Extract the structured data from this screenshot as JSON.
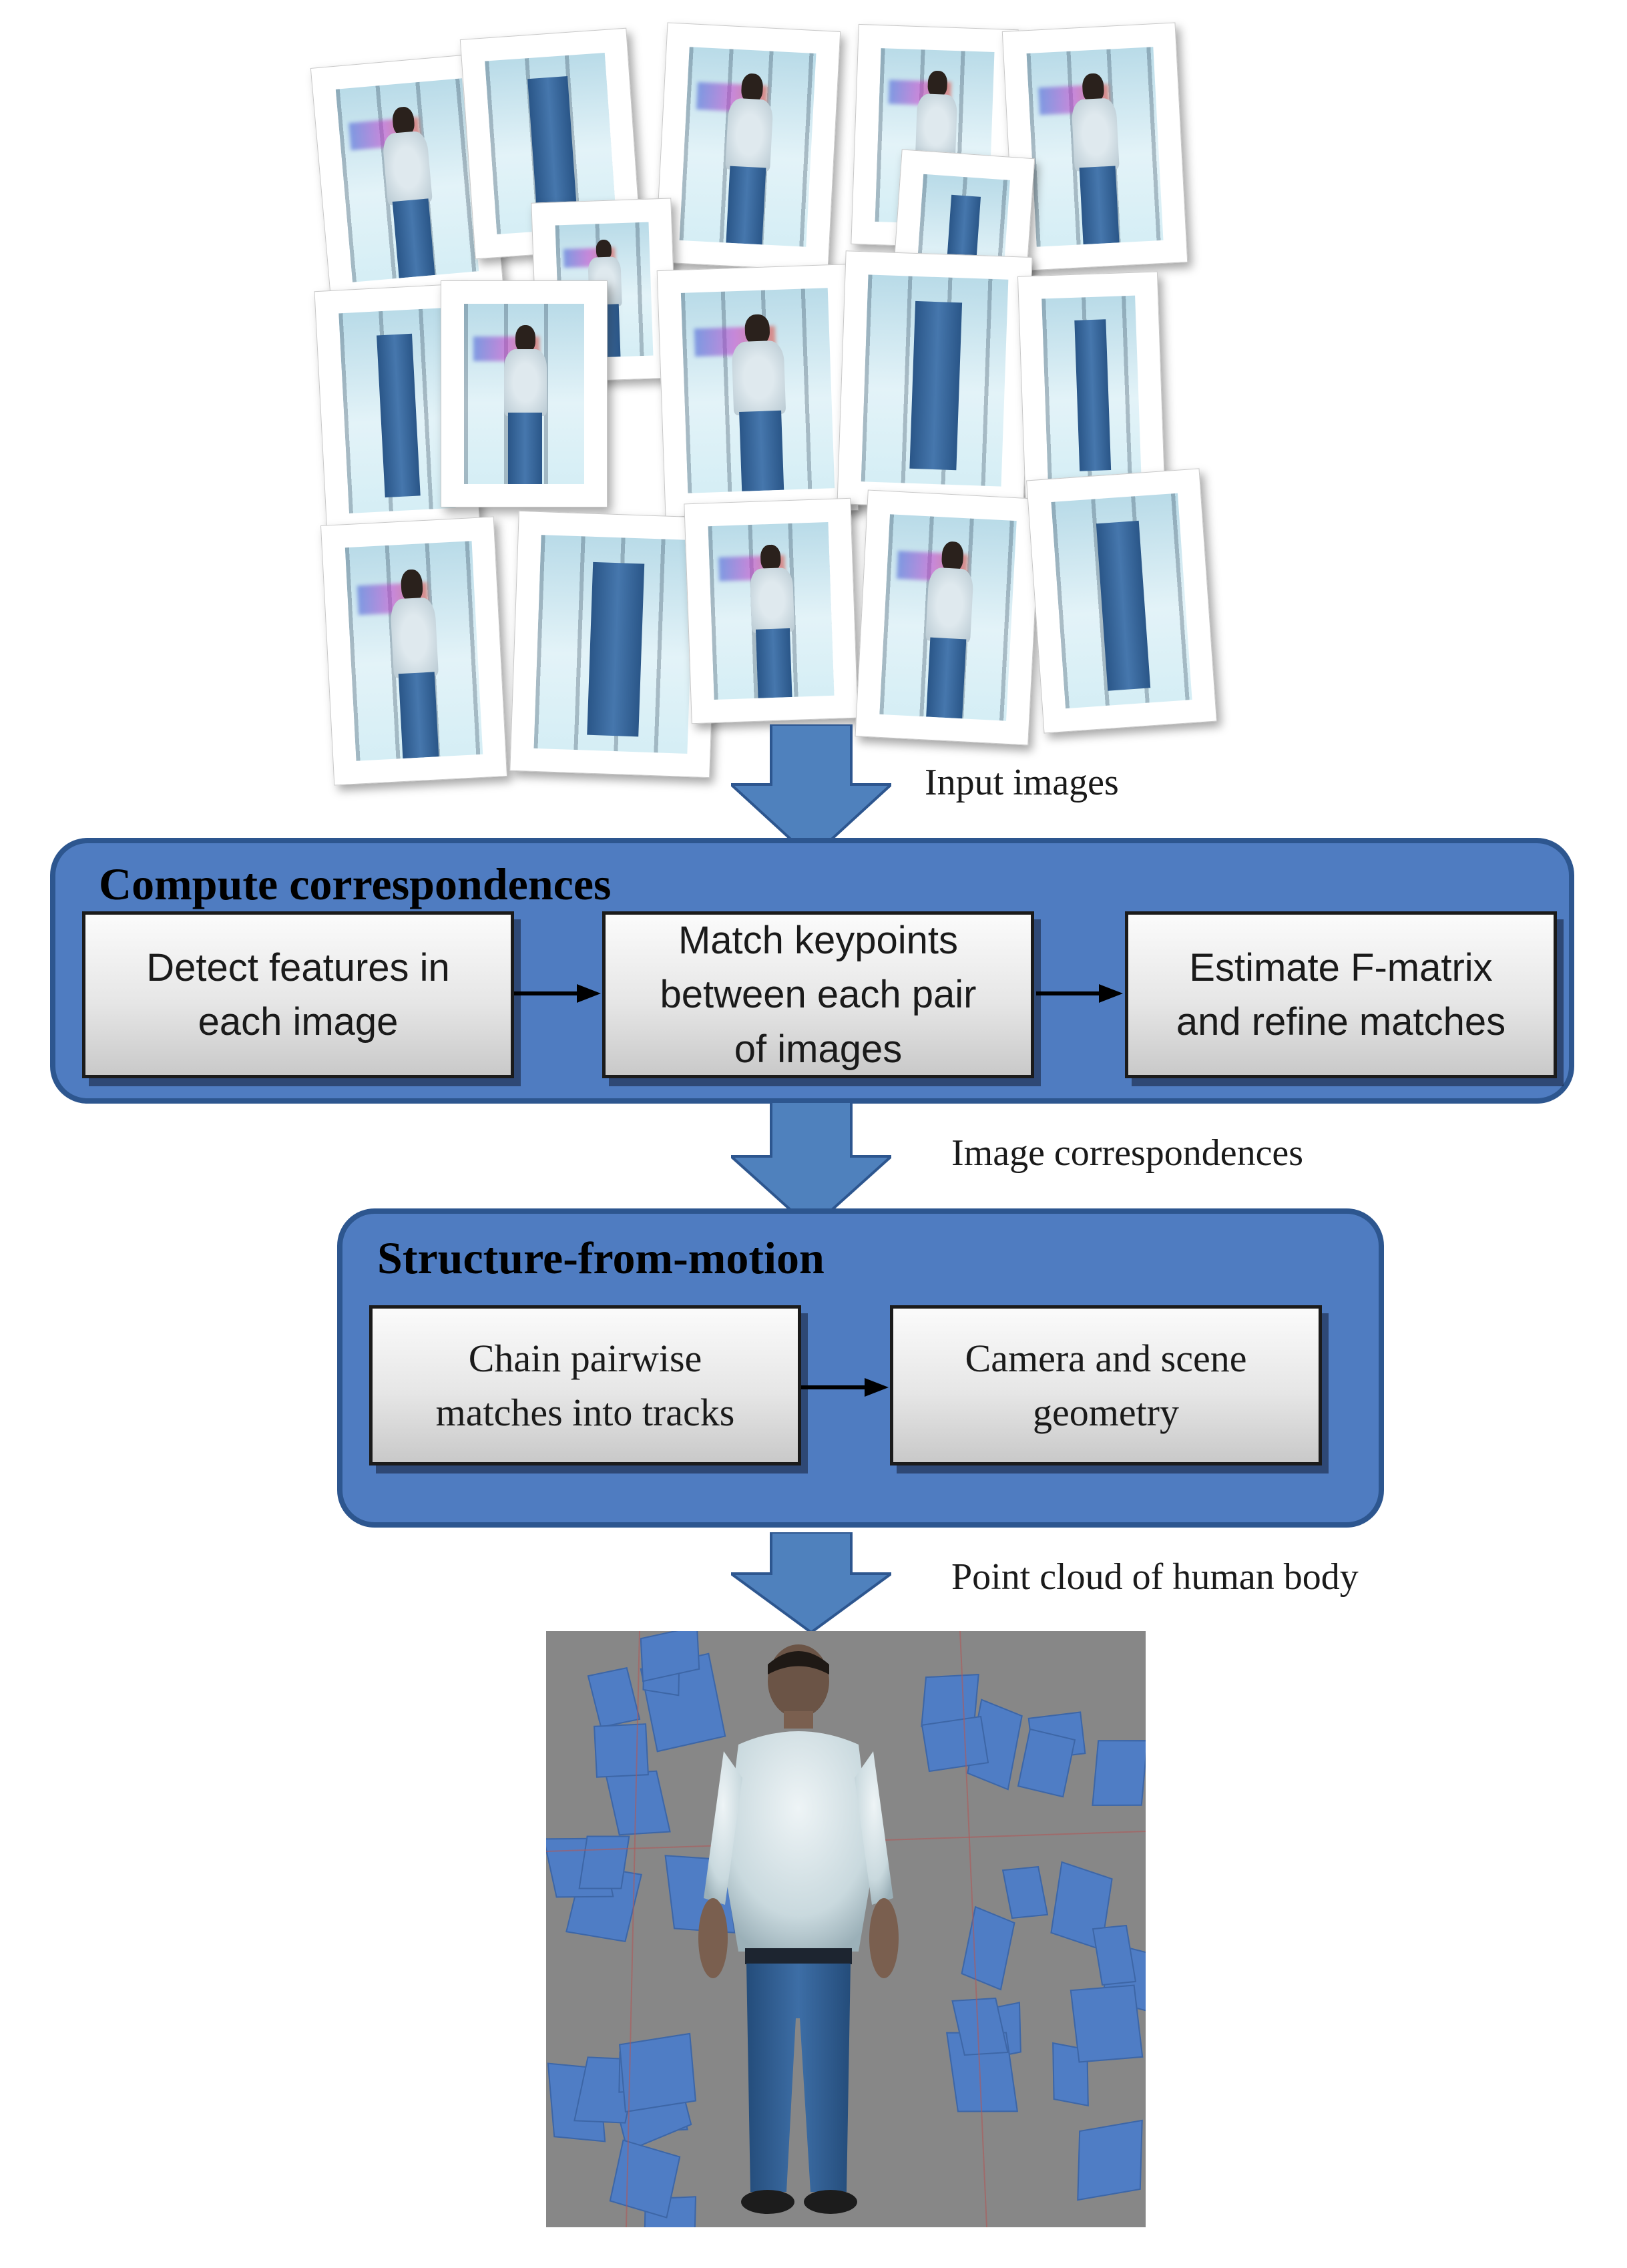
{
  "captions": {
    "input_images": "Input images",
    "image_correspondences": "Image correspondences",
    "point_cloud": "Point cloud of human body"
  },
  "stage1": {
    "title": "Compute correspondences",
    "steps": [
      "Detect features in\neach image",
      "Match keypoints\nbetween each pair\nof images",
      "Estimate F-matrix\nand refine matches"
    ]
  },
  "stage2": {
    "title": "Structure-from-motion",
    "steps": [
      "Chain pairwise\nmatches into tracks",
      "Camera and scene\ngeometry"
    ]
  },
  "colors": {
    "panel_fill": "#4f7cc1",
    "panel_border": "#2d568f",
    "arrow_fill": "#4f81bd",
    "render_background": "#878787",
    "camera_frustum": "#4f7dc5"
  }
}
